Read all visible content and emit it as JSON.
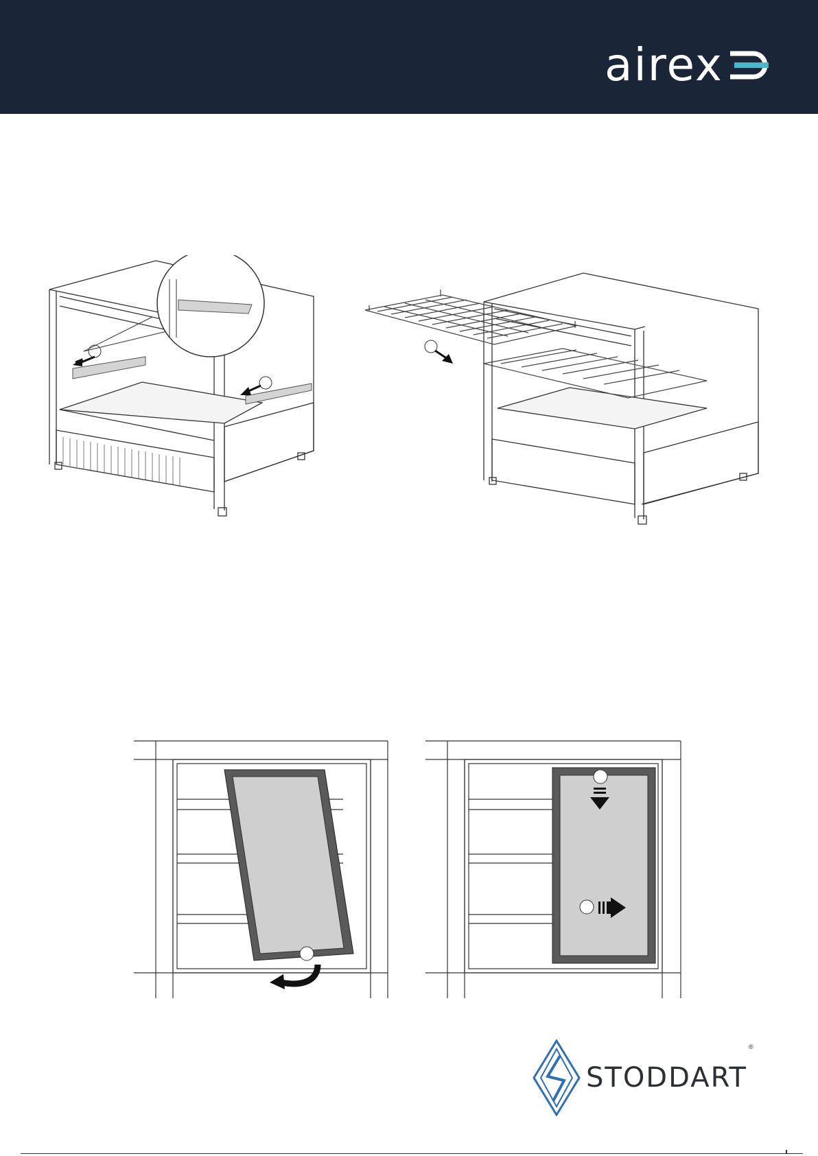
{
  "brand": {
    "logo_text": "airex",
    "logo_accent_color": "#4cb7c9",
    "header_color": "#1b2538"
  },
  "manufacturer": {
    "name": "STODDART",
    "registered_mark": "®",
    "logo_color": "#2f6fb3"
  },
  "figures": [
    {
      "id": "shelf-brackets"
    },
    {
      "id": "wire-shelf-removal"
    },
    {
      "id": "door-tilt-out"
    },
    {
      "id": "door-slide-out"
    }
  ]
}
